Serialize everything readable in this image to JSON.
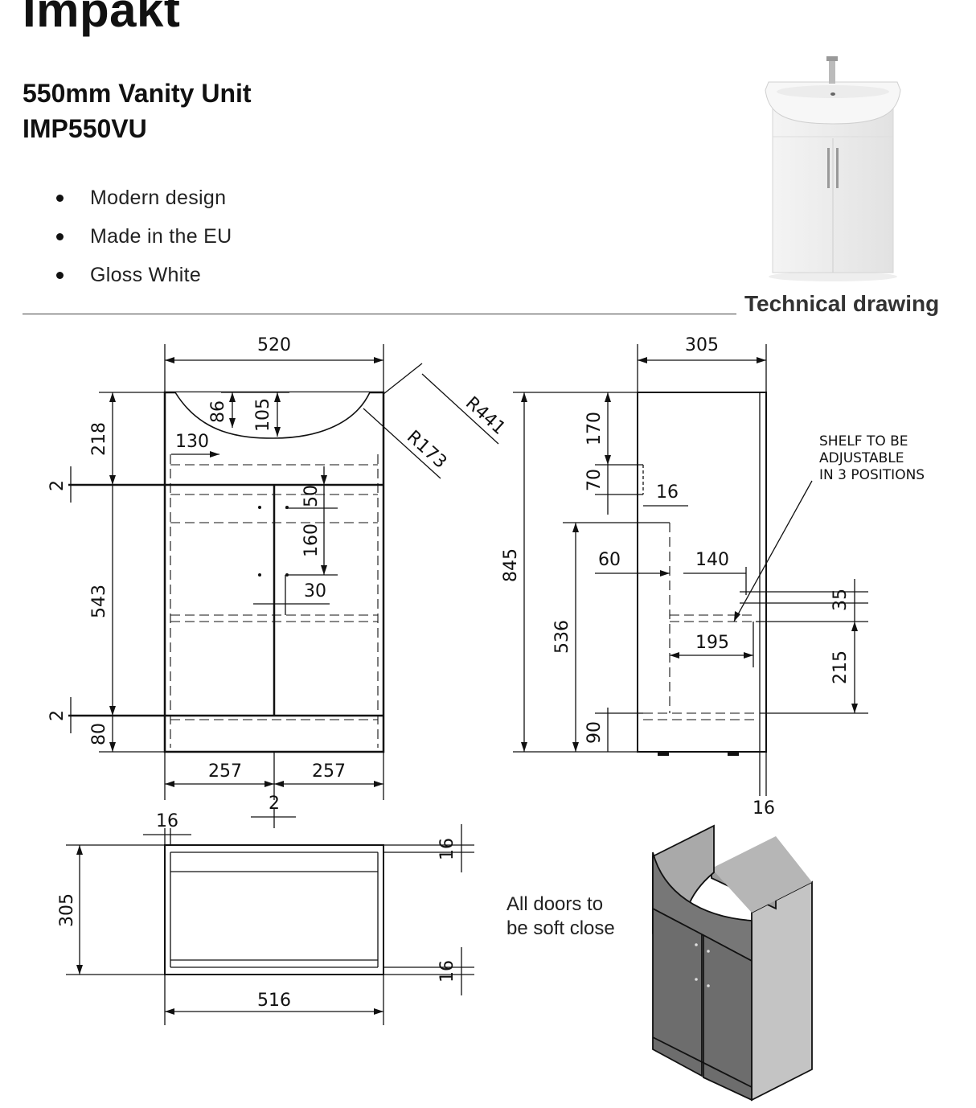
{
  "header": {
    "brand": "Impakt",
    "product_name": "550mm Vanity Unit",
    "product_code": "IMP550VU"
  },
  "features": [
    "Modern design",
    "Made in the EU",
    "Gloss White"
  ],
  "section": {
    "title": "Technical drawing"
  },
  "drawing": {
    "front": {
      "overall_width": "520",
      "radius_outer": "R441",
      "radius_inner": "R173",
      "basin_depth_1": "86",
      "basin_depth_2": "105",
      "basin_inset": "130",
      "top_height": "218",
      "gap_top": "2",
      "door_height": "543",
      "gap_bottom": "2",
      "plinth": "80",
      "hinge_50": "50",
      "hinge_160": "160",
      "handle_30": "30",
      "door_left": "257",
      "door_right": "257",
      "door_gap": "2"
    },
    "side": {
      "depth": "305",
      "dim_170": "170",
      "dim_70": "70",
      "dim_16a": "16",
      "height": "845",
      "dim_536": "536",
      "dim_60": "60",
      "dim_140": "140",
      "dim_35": "35",
      "dim_195": "195",
      "dim_215": "215",
      "dim_90": "90",
      "dim_16b": "16",
      "note_line1": "SHELF TO BE",
      "note_line2": "ADJUSTABLE",
      "note_line3": "IN 3 POSITIONS"
    },
    "plan": {
      "panel": "16",
      "depth": "305",
      "dim_16_top": "16",
      "dim_16_bottom": "16",
      "width": "516"
    }
  },
  "note": {
    "line1": "All doors to",
    "line2": "be soft close"
  }
}
